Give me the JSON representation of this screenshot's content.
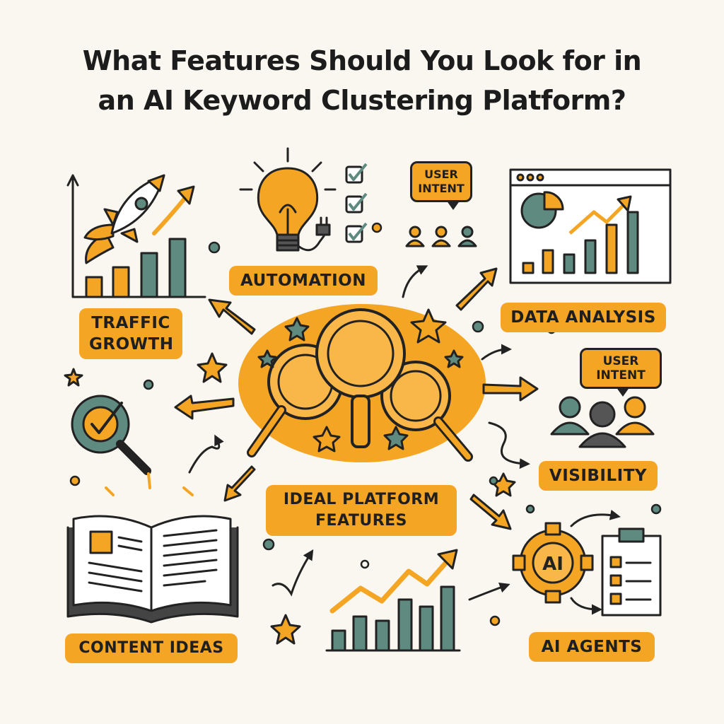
{
  "title": {
    "line1": "What Features Should You Look for in",
    "line2": "an AI Keyword Clustering Platform?"
  },
  "center": {
    "line1": "IDEAL PLATFORM",
    "line2": "FEATURES",
    "icon": "magnifying-glass-icon"
  },
  "features": {
    "traffic_growth": {
      "line1": "TRAFFIC",
      "line2": "GROWTH",
      "icon": "rocket-icon"
    },
    "automation": {
      "label": "AUTOMATION",
      "icon": "lightbulb-icon"
    },
    "user_intent_top": {
      "line1": "USER",
      "line2": "INTENT",
      "icon": "people-icon"
    },
    "data_analysis": {
      "label": "DATA ANALYSIS",
      "icon": "dashboard-icon"
    },
    "user_intent_right": {
      "line1": "USER",
      "line2": "INTENT",
      "icon": "people-icon"
    },
    "visibility": {
      "label": "VISIBILITY",
      "icon": "target-icon"
    },
    "content_ideas": {
      "label": "CONTENT IDEAS",
      "icon": "open-book-icon"
    },
    "ai_agents": {
      "label": "AI AGENTS",
      "gear_text": "AI",
      "icon": "ai-gear-icon"
    }
  },
  "colors": {
    "orange": "#F5A524",
    "teal": "#5F8A80",
    "ink": "#222222",
    "background": "#FAF7F0"
  }
}
